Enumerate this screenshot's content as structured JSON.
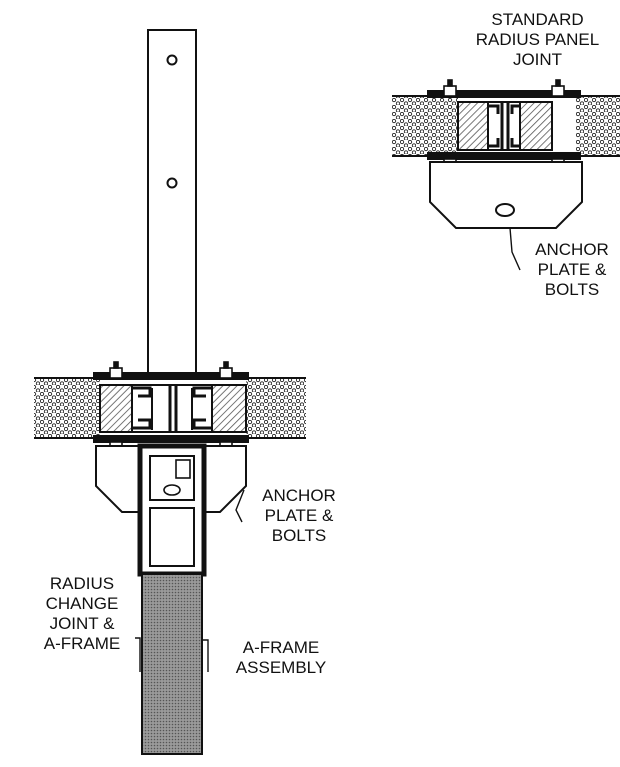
{
  "labels": {
    "standard_joint": [
      "STANDARD",
      "RADIUS PANEL",
      "JOINT"
    ],
    "anchor_top": [
      "ANCHOR",
      "PLATE &",
      "BOLTS"
    ],
    "anchor_main": [
      "ANCHOR",
      "PLATE &",
      "BOLTS"
    ],
    "radius_change": [
      "RADIUS",
      "CHANGE",
      "JOINT &",
      "A-FRAME"
    ],
    "aframe_assembly": [
      "A-FRAME",
      "ASSEMBLY"
    ]
  },
  "colors": {
    "ink": "#111111",
    "hatch": "#555555",
    "panel_dots": "#222222",
    "column_fill": "#8a8a8a"
  }
}
